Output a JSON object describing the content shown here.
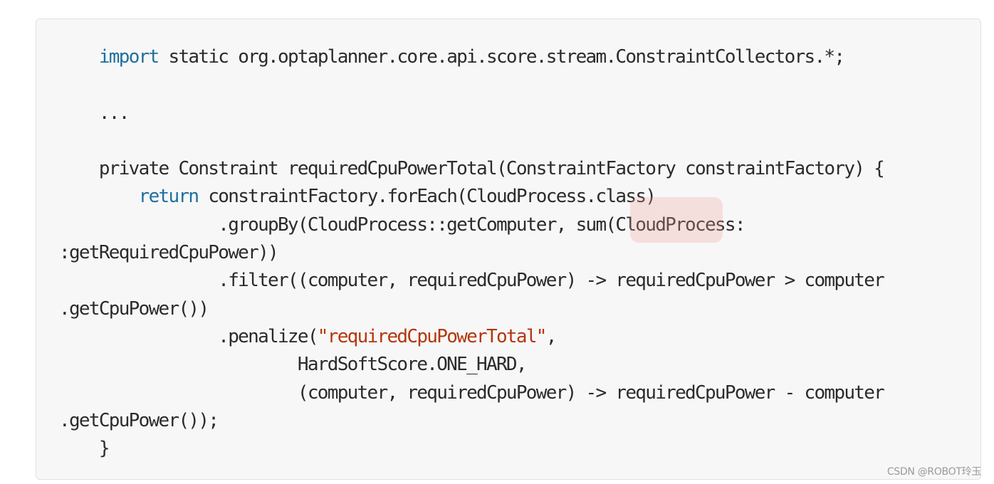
{
  "code_block": {
    "lines": [
      [
        {
          "text": "    ",
          "class": "plain"
        },
        {
          "text": "import",
          "class": "kw"
        },
        {
          "text": " static org.optaplanner.core.api.score.stream.ConstraintCollectors.*;",
          "class": "plain"
        }
      ],
      [
        {
          "text": "",
          "class": "plain"
        }
      ],
      [
        {
          "text": "    ...",
          "class": "plain"
        }
      ],
      [
        {
          "text": "",
          "class": "plain"
        }
      ],
      [
        {
          "text": "    private Constraint requiredCpuPowerTotal(ConstraintFactory constraintFactory) {",
          "class": "plain"
        }
      ],
      [
        {
          "text": "        ",
          "class": "plain"
        },
        {
          "text": "return",
          "class": "kw"
        },
        {
          "text": " constraintFactory.forEach(CloudProcess.class)",
          "class": "plain"
        }
      ],
      [
        {
          "text": "                .groupBy(CloudProcess::getComputer, sum(CloudProcess:",
          "class": "plain"
        }
      ],
      [
        {
          "text": ":getRequiredCpuPower))",
          "class": "plain"
        }
      ],
      [
        {
          "text": "                .filter((computer, requiredCpuPower) -> requiredCpuPower > computer",
          "class": "plain"
        }
      ],
      [
        {
          "text": ".getCpuPower())",
          "class": "plain"
        }
      ],
      [
        {
          "text": "                .penalize(",
          "class": "plain"
        },
        {
          "text": "\"requiredCpuPowerTotal\"",
          "class": "str"
        },
        {
          "text": ",",
          "class": "plain"
        }
      ],
      [
        {
          "text": "                        HardSoftScore.ONE_HARD,",
          "class": "plain"
        }
      ],
      [
        {
          "text": "                        (computer, requiredCpuPower) -> requiredCpuPower - computer",
          "class": "plain"
        }
      ],
      [
        {
          "text": ".getCpuPower());",
          "class": "plain"
        }
      ],
      [
        {
          "text": "    }",
          "class": "plain"
        }
      ]
    ]
  },
  "watermark": {
    "credit": "CSDN @ROBOT玲玉"
  }
}
